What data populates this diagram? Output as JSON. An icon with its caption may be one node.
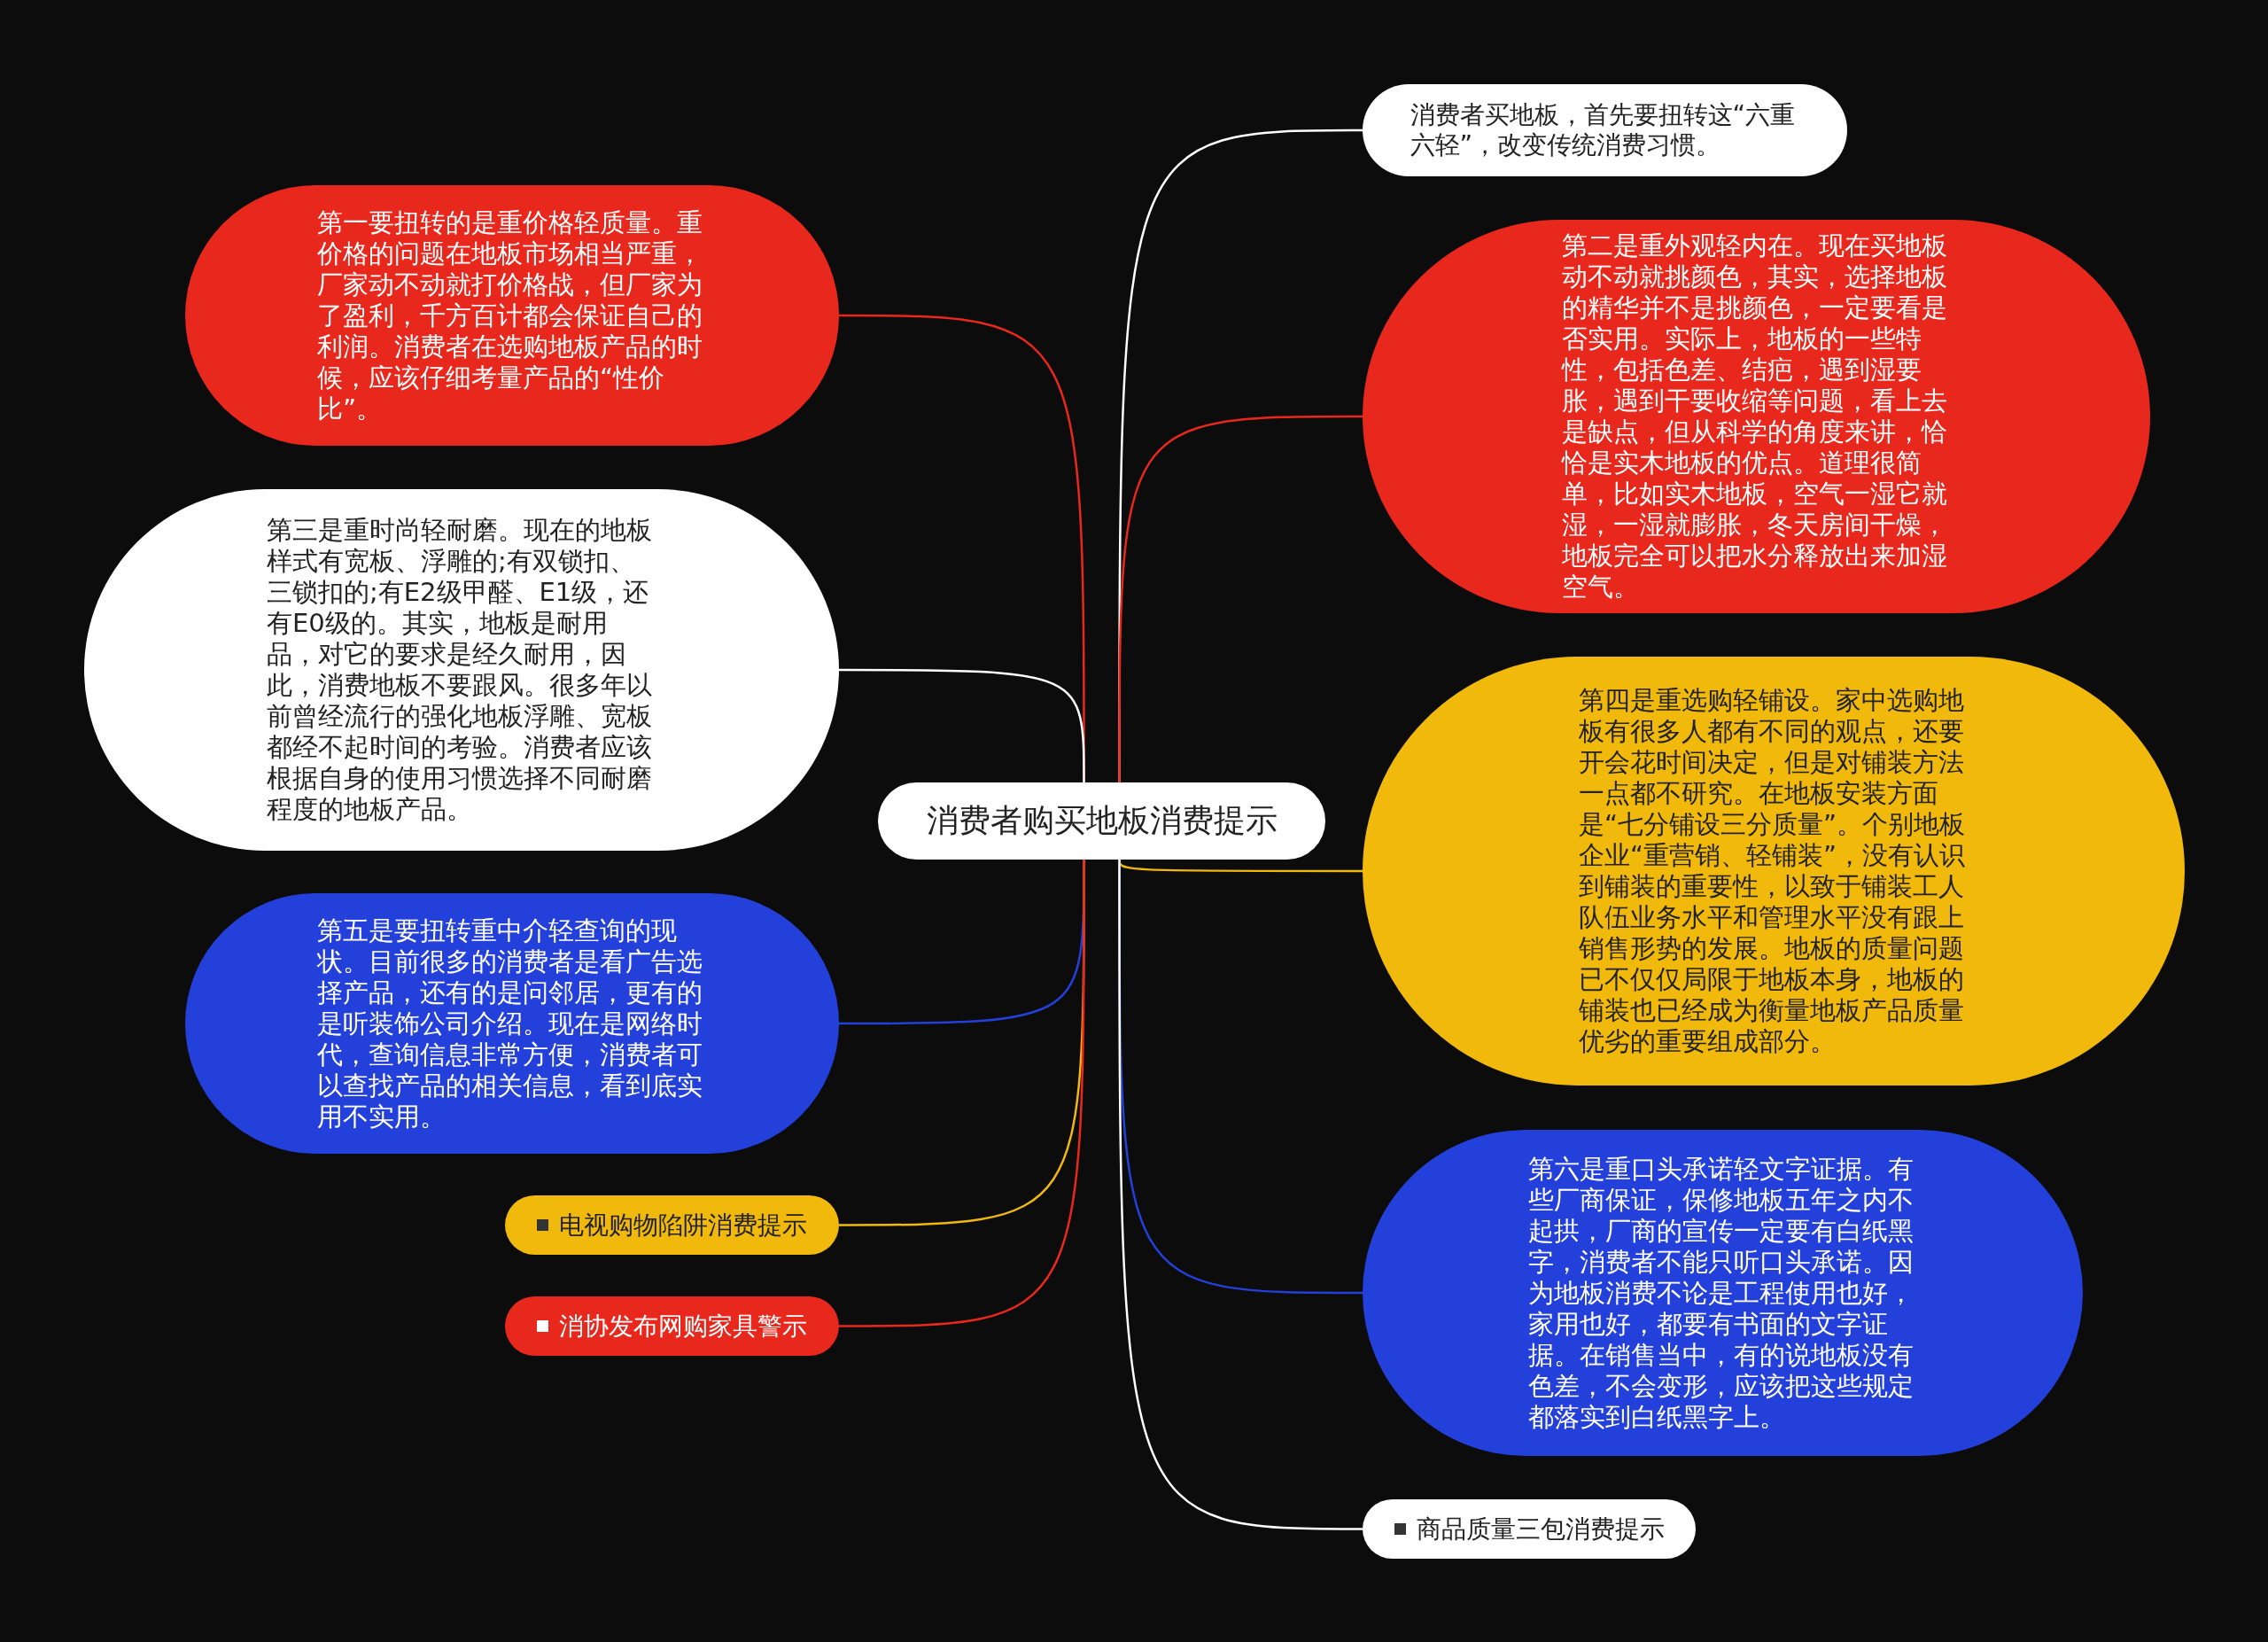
{
  "diagram": {
    "nodes": [
      {
        "text": [
          "消费者购买地板消费提示"
        ]
      },
      {
        "text": [
          "消费者买地板，首先要扭转这“六重六轻”，改变传统消费习惯。"
        ]
      },
      {
        "text": [
          "第一要扭转的是重价格轻质量。重价格的问题在地板市场相当严重，厂家动不动就打价格战，但厂家为了盈利，千方百计都会保证自己的利润。消费者在选购地板产品的时候，应该仔细考量产品的“性价比”。"
        ]
      },
      {
        "text": [
          "第二是重外观轻内在。现在买地板动不动就挑颜色，其实，选择地板的精华并不是挑颜色，一定要看是否实用。实际上，地板的一些特性，包括色差、结疤，遇到湿要胀，遇到干要收缩等问题，看上去是缺点，但从科学的角度来讲，恰恰是实木地板的优点。道理很简单，比如实木地板，空气一湿它就湿，一湿就膨胀，冬天房间干燥，地板完全可以把水分释放出来加湿空气。"
        ]
      },
      {
        "text": [
          "第三是重时尚轻耐磨。现在的地板样式有宽板、浮雕的;有双锁扣、三锁扣的;有E2级甲醛、E1级，还有E0级的。其实，地板是耐用品，对它的要求是经久耐用，因此，消费地板不要跟风。很多年以前曾经流行的强化地板浮雕、宽板都经不起时间的考验。消费者应该根据自身的使用习惯选择不同耐磨程度的地板产品。"
        ]
      },
      {
        "text": [
          "第四是重选购轻铺设。家中选购地板有很多人都有不同的观点，还要开会花时间决定，但是对铺装方法一点都不研究。在地板安装方面是“七分铺设三分质量”。个别地板企业“重营销、轻铺装”，没有认识到铺装的重要性，以致于铺装工人队伍业务水平和管理水平没有跟上销售形势的发展。地板的质量问题已不仅仅局限于地板本身，地板的铺装也已经成为衡量地板产品质量优劣的重要组成部分。"
        ]
      },
      {
        "text": [
          "第五是要扭转重中介轻查询的现状。目前很多的消费者是看广告选择产品，还有的是问邻居，更有的是听装饰公司介绍。现在是网络时代，查询信息非常方便，消费者可以查找产品的相关信息，看到底实用不实用。"
        ]
      },
      {
        "text": [
          "电视购物陷阱消费提示"
        ]
      },
      {
        "text": [
          "消协发布网购家具警示"
        ]
      },
      {
        "text": [
          "第六是重口头承诺轻文字证据。有些厂商保证，保修地板五年之内不起拱，厂商的宣传一定要有白纸黑字，消费者不能只听口头承诺。因为地板消费不论是工程使用也好，家用也好，都要有书面的文字证据。在销售当中，有的说地板没有色差，不会变形，应该把这些规定都落实到白纸黑字上。"
        ]
      },
      {
        "text": [
          "商品质量三包消费提示"
        ]
      }
    ],
    "edges": [
      {
        "from": 0,
        "to": 1,
        "arrow": "none",
        "color": "#ffffff"
      },
      {
        "from": 0,
        "to": 2,
        "arrow": "none",
        "color": "#e8281c"
      },
      {
        "from": 0,
        "to": 3,
        "arrow": "none",
        "color": "#e8281c"
      },
      {
        "from": 0,
        "to": 4,
        "arrow": "none",
        "color": "#ffffff"
      },
      {
        "from": 0,
        "to": 5,
        "arrow": "none",
        "color": "#f0b90b"
      },
      {
        "from": 0,
        "to": 6,
        "arrow": "none",
        "color": "#2440db"
      },
      {
        "from": 0,
        "to": 7,
        "arrow": "none",
        "color": "#f0b90b"
      },
      {
        "from": 0,
        "to": 8,
        "arrow": "none",
        "color": "#e8281c"
      },
      {
        "from": 0,
        "to": 9,
        "arrow": "none",
        "color": "#2440db"
      },
      {
        "from": 0,
        "to": 10,
        "arrow": "none",
        "color": "#ffffff"
      }
    ]
  }
}
